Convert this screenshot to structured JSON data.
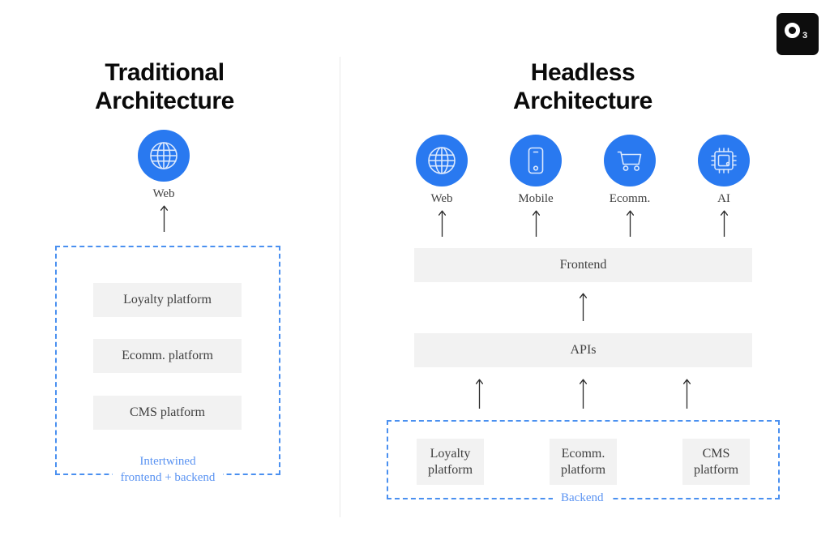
{
  "logo": {
    "name": "o3-logo",
    "mark": "O",
    "subscript": "3",
    "background_color": "#0d0d0d",
    "foreground_color": "#ffffff"
  },
  "colors": {
    "accent_blue": "#2979f0",
    "dashed_blue": "#4a90f0",
    "caption_blue": "#5a93f2",
    "card_gray": "#f2f2f2",
    "text_gray": "#3f3f3f",
    "divider_gray": "#e9e9e9",
    "heading_black": "#0a0a0a"
  },
  "left_column": {
    "title_line1": "Traditional",
    "title_line2": "Architecture",
    "channels": [
      {
        "label": "Web",
        "icon": "globe-icon"
      }
    ],
    "container": {
      "caption_line1": "Intertwined",
      "caption_line2": "frontend + backend"
    },
    "cards": [
      {
        "label": "Loyalty platform"
      },
      {
        "label": "Ecomm. platform"
      },
      {
        "label": "CMS platform"
      }
    ]
  },
  "right_column": {
    "title_line1": "Headless",
    "title_line2": "Architecture",
    "channels": [
      {
        "label": "Web",
        "icon": "globe-icon"
      },
      {
        "label": "Mobile",
        "icon": "mobile-phone-icon"
      },
      {
        "label": "Ecomm.",
        "icon": "shopping-cart-icon"
      },
      {
        "label": "AI",
        "icon": "cpu-chip-icon"
      }
    ],
    "layers": [
      {
        "label": "Frontend"
      },
      {
        "label": "APIs"
      }
    ],
    "container": {
      "caption": "Backend"
    },
    "cards": [
      {
        "label_line1": "Loyalty",
        "label_line2": "platform"
      },
      {
        "label_line1": "Ecomm.",
        "label_line2": "platform"
      },
      {
        "label_line1": "CMS",
        "label_line2": "platform"
      }
    ]
  }
}
